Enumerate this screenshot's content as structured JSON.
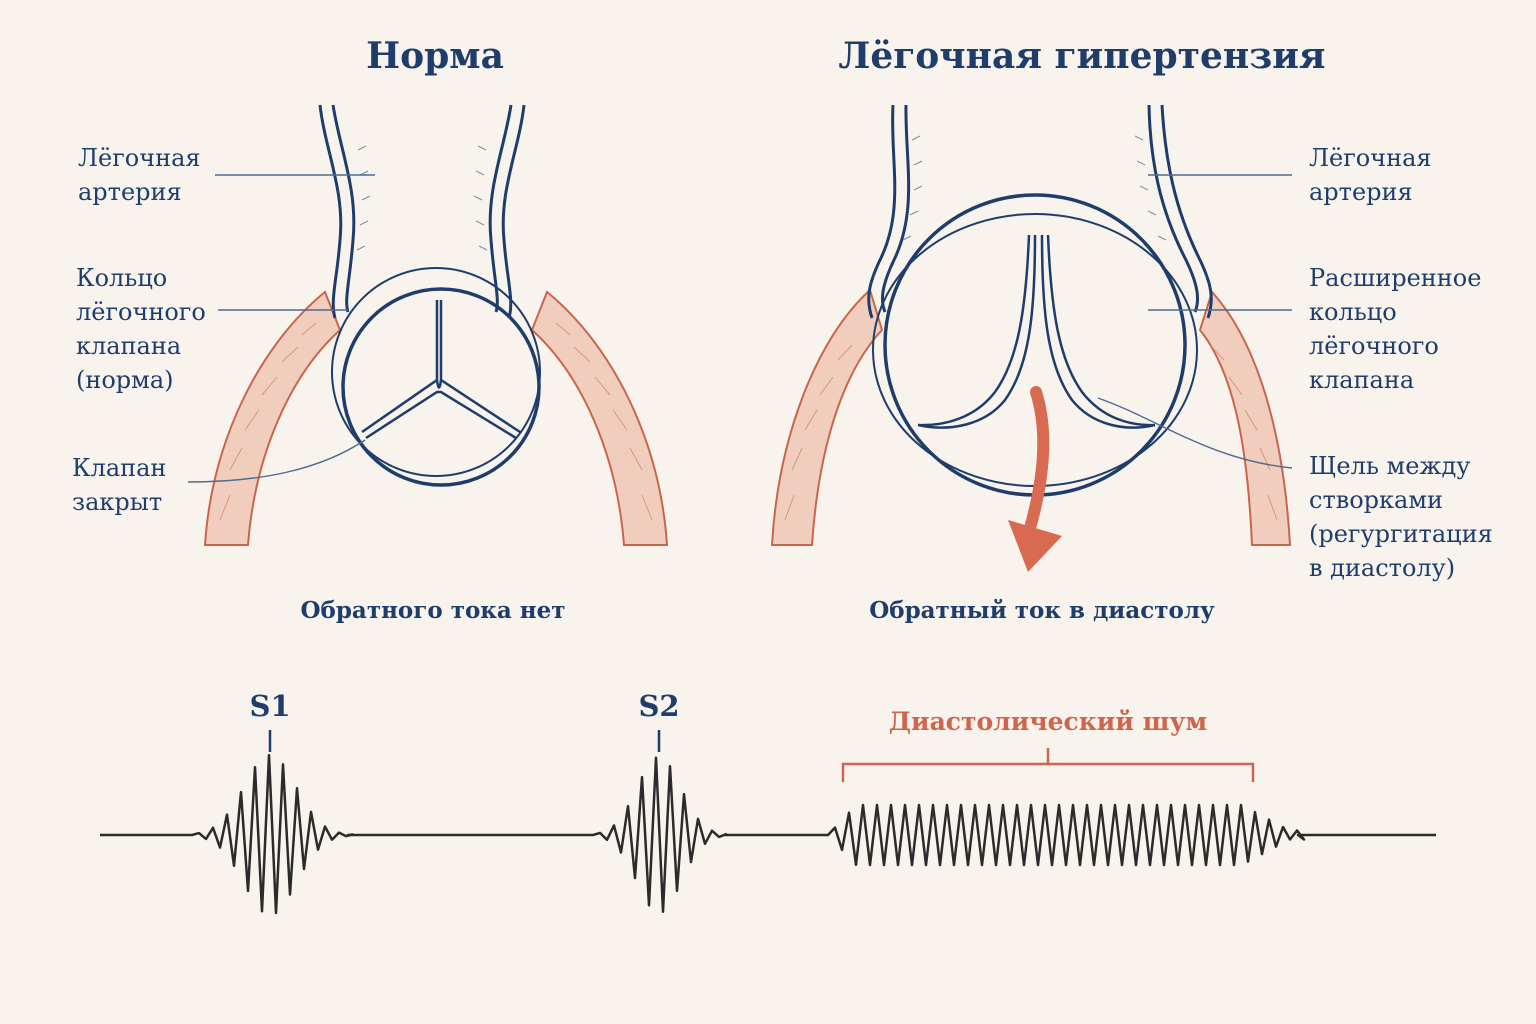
{
  "colors": {
    "background": "#f8f3ec",
    "navy": "#1f3d6b",
    "muscle": "#c9654d",
    "muscle_fill": "#f1cdbd",
    "flow_arrow": "#d86a52",
    "murmur": "#d0644c",
    "waveform": "#2b2b2b"
  },
  "left_panel": {
    "title": "Норма",
    "labels": {
      "artery": [
        "Лёгочная",
        "артерия"
      ],
      "annulus": [
        "Кольцо",
        "лёгочного",
        "клапана",
        "(норма)"
      ],
      "valve": [
        "Клапан",
        "закрыт"
      ]
    },
    "caption": "Обратного тока нет"
  },
  "right_panel": {
    "title": "Лёгочная гипертензия",
    "labels": {
      "artery": [
        "Лёгочная",
        "артерия"
      ],
      "annulus": [
        "Расширенное",
        "кольцо",
        "лёгочного",
        "клапана"
      ],
      "gap": [
        "Щель между",
        "створками",
        "(регургитация",
        "в диастолу)"
      ]
    },
    "caption": "Обратный ток в диастолу"
  },
  "phonocardiogram": {
    "s1_label": "S1",
    "s2_label": "S2",
    "murmur_label": "Диастолический шум"
  },
  "icons": [
    "regurgitation-arrow-icon"
  ]
}
